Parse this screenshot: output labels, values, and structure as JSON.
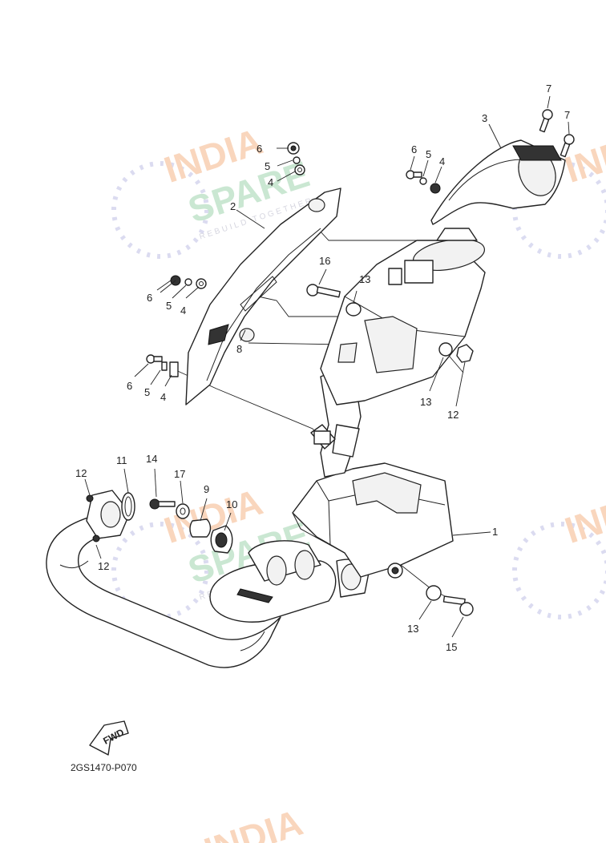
{
  "diagram_code": "2GS1470-P070",
  "direction_marker": "FWD",
  "watermark": {
    "line1": "INDIA",
    "line2": "SPARE",
    "tagline": "REBUILD TOGETHER"
  },
  "callouts": [
    {
      "id": "c1",
      "text": "1"
    },
    {
      "id": "c2",
      "text": "2"
    },
    {
      "id": "c3",
      "text": "3"
    },
    {
      "id": "c4a",
      "text": "4"
    },
    {
      "id": "c4b",
      "text": "4"
    },
    {
      "id": "c4c",
      "text": "4"
    },
    {
      "id": "c4d",
      "text": "4"
    },
    {
      "id": "c5a",
      "text": "5"
    },
    {
      "id": "c5b",
      "text": "5"
    },
    {
      "id": "c5c",
      "text": "5"
    },
    {
      "id": "c5d",
      "text": "5"
    },
    {
      "id": "c6a",
      "text": "6"
    },
    {
      "id": "c6b",
      "text": "6"
    },
    {
      "id": "c6c",
      "text": "6"
    },
    {
      "id": "c6d",
      "text": "6"
    },
    {
      "id": "c7a",
      "text": "7"
    },
    {
      "id": "c7b",
      "text": "7"
    },
    {
      "id": "c8",
      "text": "8"
    },
    {
      "id": "c9",
      "text": "9"
    },
    {
      "id": "c10",
      "text": "10"
    },
    {
      "id": "c11",
      "text": "11"
    },
    {
      "id": "c12a",
      "text": "12"
    },
    {
      "id": "c12b",
      "text": "12"
    },
    {
      "id": "c12c",
      "text": "12"
    },
    {
      "id": "c13a",
      "text": "13"
    },
    {
      "id": "c13b",
      "text": "13"
    },
    {
      "id": "c13c",
      "text": "13"
    },
    {
      "id": "c14",
      "text": "14"
    },
    {
      "id": "c15",
      "text": "15"
    },
    {
      "id": "c16",
      "text": "16"
    },
    {
      "id": "c17",
      "text": "17"
    }
  ]
}
